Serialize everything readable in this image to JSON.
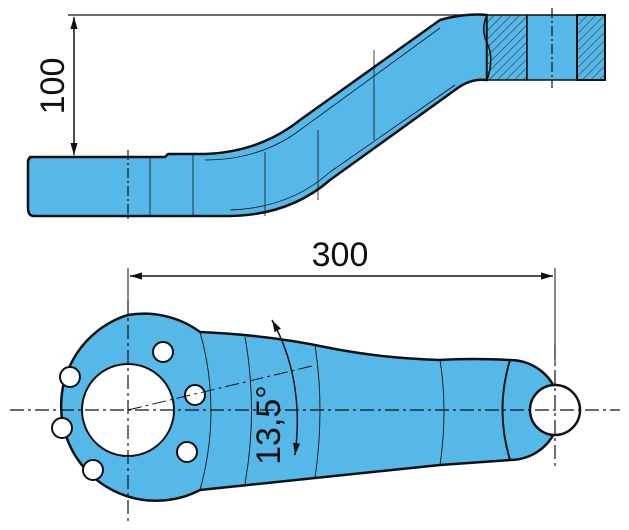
{
  "drawing": {
    "fill_color": "#55b8e8",
    "line_color": "#111111",
    "dim_height": "100",
    "dim_length": "300",
    "dim_angle": "13,5°"
  }
}
